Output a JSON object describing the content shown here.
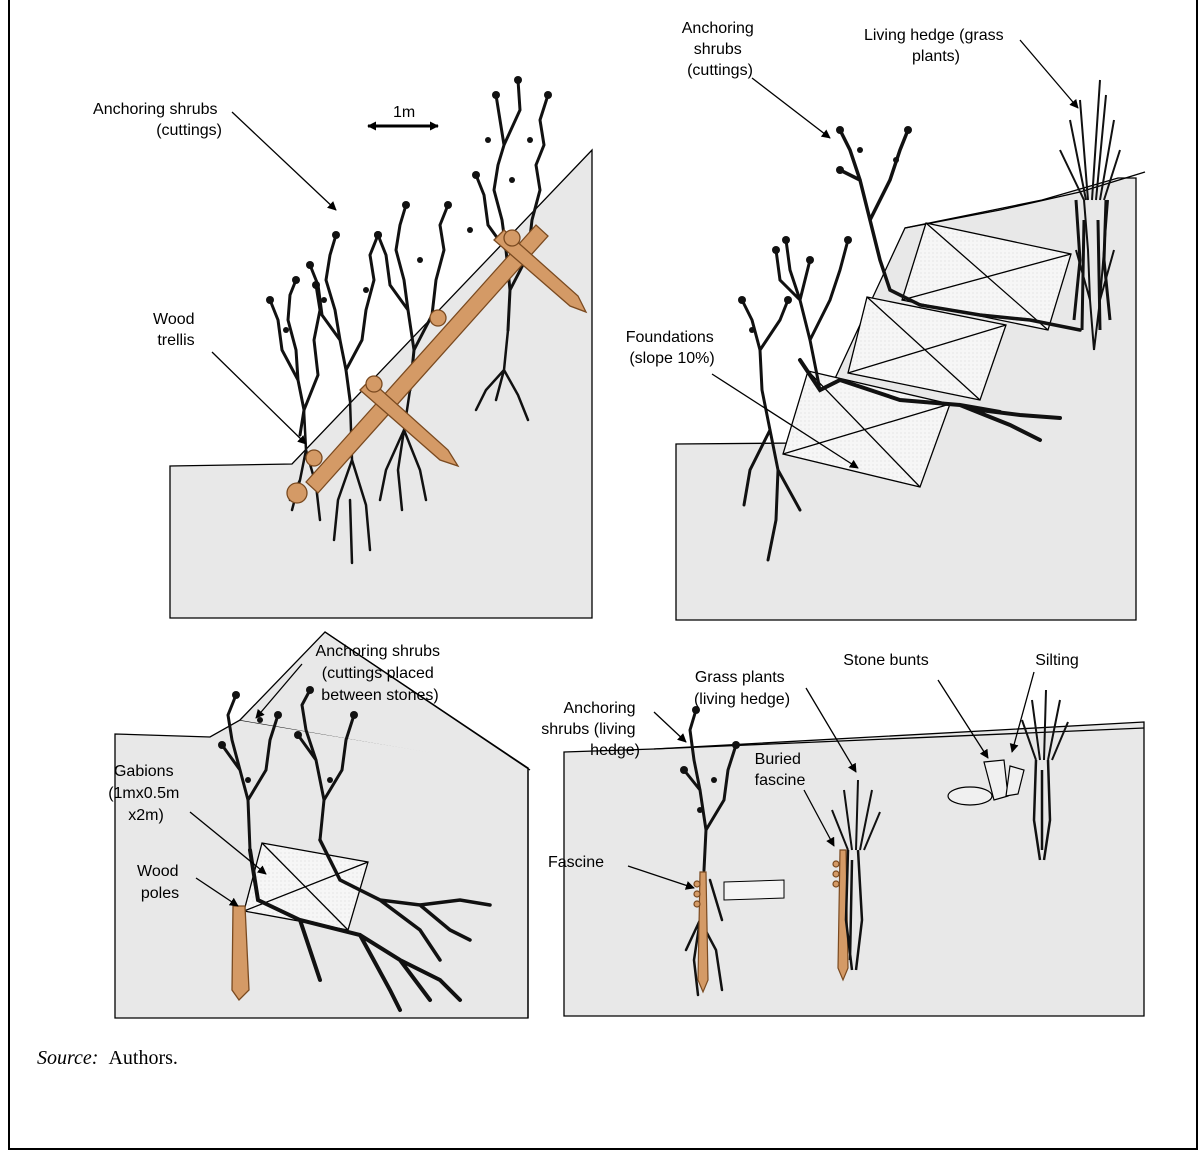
{
  "panel1": {
    "shrubs_label": [
      "Anchoring shrubs",
      "(cuttings)"
    ],
    "scale_label": "1m",
    "trellis_label": [
      "Wood",
      "trellis"
    ]
  },
  "panel2": {
    "shrubs_label": [
      "Anchoring",
      "shrubs",
      "(cuttings)"
    ],
    "hedge_label": [
      "Living hedge (grass",
      "plants)"
    ],
    "foundations_label": [
      "Foundations",
      "(slope 10%)"
    ]
  },
  "panel3": {
    "shrubs_label": [
      "Anchoring shrubs",
      "(cuttings placed",
      "between stones)"
    ],
    "gabions_label": [
      "Gabions",
      "(1mx0.5m",
      "x2m)"
    ],
    "poles_label": [
      "Wood",
      "poles"
    ]
  },
  "panel4": {
    "shrubs_label": [
      "Anchoring",
      "shrubs (living",
      "hedge)"
    ],
    "grass_label": [
      "Grass plants",
      "(living hedge)"
    ],
    "stone_label": "Stone bunts",
    "silting_label": "Silting",
    "buried_label": [
      "Buried",
      "fascine"
    ],
    "fascine_label": "Fascine"
  },
  "source": {
    "prefix": "Source:",
    "text": "Authors."
  },
  "colors": {
    "ground": "#e8e8e8",
    "wood": "#d49a66",
    "wood_stroke": "#7a4a20",
    "plant": "#111111"
  }
}
